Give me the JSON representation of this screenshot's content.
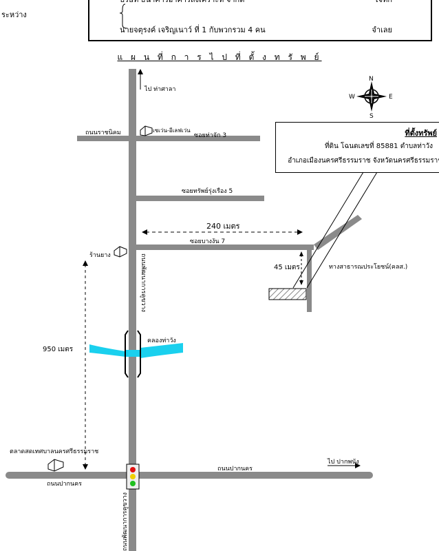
{
  "header": {
    "between_label": "ระหว่าง",
    "row1_left": "บริษัท ธนาคารอาคารสงเคราะห์ จำกัด",
    "row1_right": "โจทก์",
    "row2_left": "นายจตุรงค์ เจริญเนาว์ ที่ 1 กับพวกรวม 4 คน",
    "row2_right": "จำเลย"
  },
  "map_title": "แ ผ น ที่ ก า ร ไ ป ที่ ตั้ ง ท รั พ ย์",
  "compass": {
    "n": "N",
    "s": "S",
    "e": "E",
    "w": "W"
  },
  "callout": {
    "title": "ที่ตั้งทรัพย์",
    "line1": "ที่ดิน โฉนดเลขที่ 85881 ตำบลท่าวัง",
    "line2": "อำเภอเมืองนครศรีธรรมราช จังหวัดนครศรีธรรมราช"
  },
  "labels": {
    "to_thasala": "ไป ท่าศาลา",
    "ratchanikhom_rd": "ถนนราชนิคม",
    "seven_eleven": "เซเว่น-อีเลฟเว่น",
    "soi_thachak3": "ซอยท่าจัก 3",
    "soi_sapruang5": "ซอยทรัพย์รุ่งเรือง 5",
    "dist_240": "240 เมตร",
    "soi_bangngan7": "ซอยบางงัน 7",
    "tire_shop": "ร้านยาง",
    "main_road": "ถนนพัฒนาการคูขวาง",
    "dist_45": "45 เมตร",
    "public_way": "ทางสาธารณประโยชน์(คลส.)",
    "canal": "คลองท่าวัง",
    "dist_950": "950 เมตร",
    "market": "ตลาดสดเทศบาลนครศรีธรรมราช",
    "paknakhon_rd_left": "ถนนปากนคร",
    "paknakhon_rd_right": "ถนนปากนคร",
    "to_pakphanang": "ไป ปากพนัง",
    "bottom_road": "ถนนพัฒนาการคูขวาง"
  },
  "colors": {
    "road": "#8a8a8a",
    "canal": "#1ad0ee",
    "light_red": "#e01010",
    "light_yellow": "#f0d000",
    "light_green": "#20c020",
    "hatch": "#555555"
  }
}
